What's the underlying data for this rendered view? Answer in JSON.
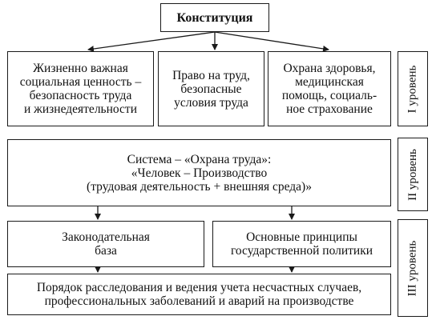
{
  "top": {
    "title": "Конституция"
  },
  "level1": {
    "boxes": [
      "Жизненно важная\nсоциальная ценность –\nбезопасность труда\nи жизнедеятельности",
      "Право на труд,\nбезопасные\nусловия труда",
      "Охрана здоровья,\nмедицинская\nпомощь, социаль-\nное страхование"
    ],
    "label": "I уровень"
  },
  "level2": {
    "text": "Система – «Охрана труда»:\n«Человек – Производство\n(трудовая деятельность + внешняя среда)»",
    "label": "II уровень"
  },
  "level3": {
    "left": "Законодательная\nбаза",
    "right": "Основные принципы\nгосударственной политики",
    "bottom": "Порядок расследования и ведения учета несчастных случаев,\nпрофессиональных заболеваний и аварий на производстве",
    "label": "III уровень"
  }
}
